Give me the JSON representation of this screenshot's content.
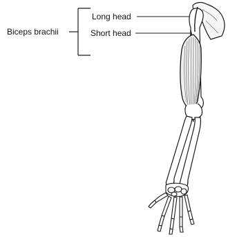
{
  "labels": {
    "group": "Biceps brachii",
    "long_head": "Long head",
    "short_head": "Short head"
  },
  "colors": {
    "ink": "#1a1a1a",
    "muscle_fill": "#efefef",
    "bone_fill": "#ffffff",
    "scapula_fill": "#f7f7f7"
  }
}
